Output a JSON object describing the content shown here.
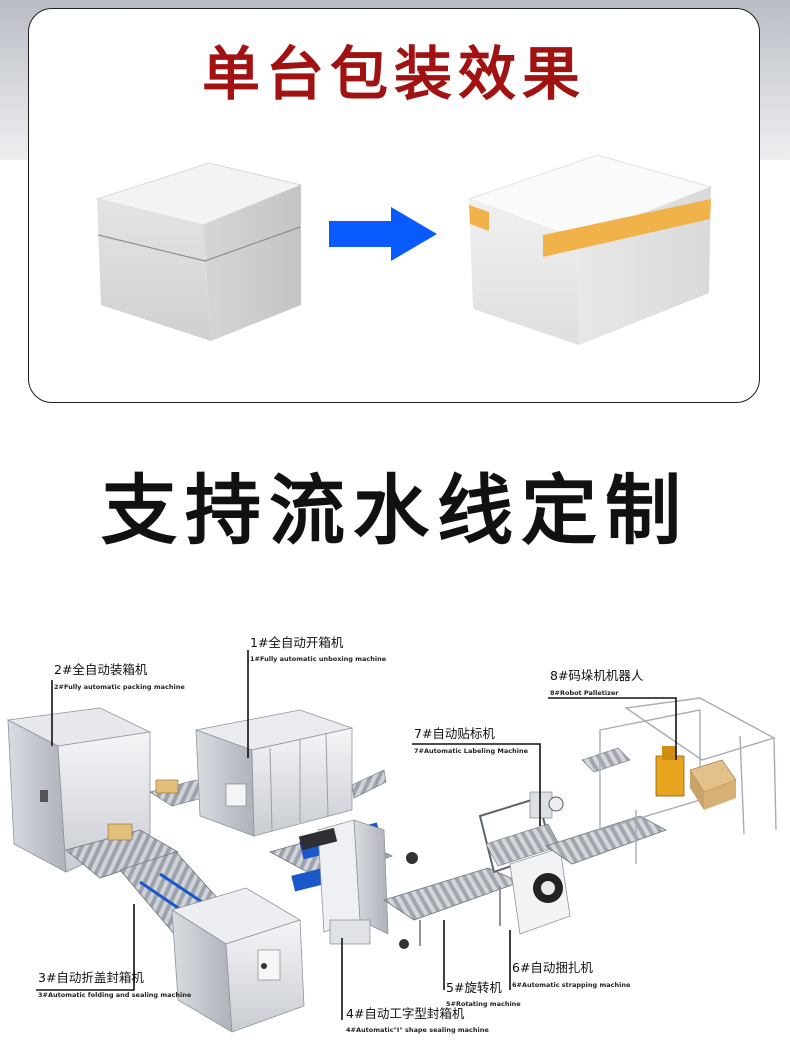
{
  "top_section": {
    "title": "单台包装效果"
  },
  "headline": "支持流水线定制",
  "colors": {
    "title_red": "#a11313",
    "arrow_blue": "#0a5bff",
    "tape_orange": "#f2b24a",
    "headline_black": "#111111"
  },
  "machines": [
    {
      "main": "1#全自动开箱机",
      "sub": "1#Fully automatic unboxing machine"
    },
    {
      "main": "2#全自动装箱机",
      "sub": "2#Fully automatic packing machine"
    },
    {
      "main": "8#码垛机机器人",
      "sub": "8#Robot Palletizer"
    },
    {
      "main": "7#自动贴标机",
      "sub": "7#Automatic Labeling Machine"
    },
    {
      "main": "3#自动折盖封箱机",
      "sub": "3#Automatic folding and sealing machine"
    },
    {
      "main": "6#自动捆扎机",
      "sub": "6#Automatic strapping machine"
    },
    {
      "main": "5#旋转机",
      "sub": "5#Rotating machine"
    },
    {
      "main": "4#自动工字型封箱机",
      "sub": "4#Automatic\"I\" shape sealing machine"
    }
  ]
}
